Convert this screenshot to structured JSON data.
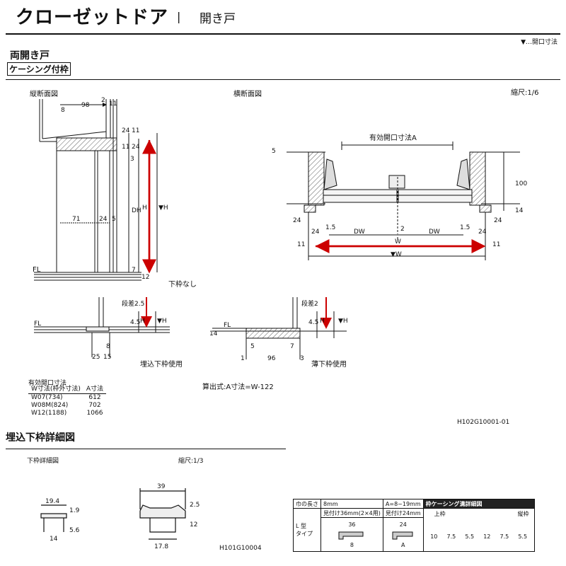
{
  "header": {
    "title": "クローゼットドア",
    "separator": "|",
    "subtitle": "開き戸",
    "legend": "▼…開口寸法"
  },
  "section": {
    "type_label": "両開き戸",
    "frame_label": "ケーシング付枠"
  },
  "views": {
    "vertical_label": "縦断面図",
    "horizontal_label": "横断面図",
    "scale_main": "縮尺:1/6",
    "no_sill": "下枠なし",
    "embedded_sill": "埋込下枠使用",
    "thin_sill": "薄下枠使用",
    "fl": "FL"
  },
  "dims_vertical": {
    "d98": "98",
    "d2": "2",
    "d11": "11",
    "d8": "8",
    "d24a": "24",
    "d11b": "11",
    "d24b": "24",
    "d11c": "11",
    "d3": "3",
    "d71": "71",
    "d24c": "24",
    "d5": "5",
    "dh": "DH",
    "h": "H",
    "vh": "▼H",
    "d7": "7",
    "d12": "12"
  },
  "dims_horizontal": {
    "opening_a": "有効開口寸法A",
    "d5": "5",
    "d100": "100",
    "d14": "14",
    "d24l": "24",
    "d24r": "24",
    "d24l2": "24",
    "d24r2": "24",
    "d15l": "1.5",
    "d15r": "1.5",
    "dwl": "DW",
    "dwr": "DW",
    "d2": "2",
    "d11l": "11",
    "d11r": "11",
    "w": "W",
    "vw": "▼W"
  },
  "dims_sill1": {
    "step": "段差2.5",
    "d45": "4.5",
    "h": "H",
    "vh": "▼H",
    "d8": "8",
    "d25": "25",
    "d15": "15"
  },
  "dims_sill2": {
    "step": "段差2",
    "d45": "4.5",
    "h": "H",
    "vh": "▼H",
    "d14": "14",
    "d5": "5",
    "d7": "7",
    "d1": "1",
    "d96": "96",
    "d3": "3"
  },
  "spec_table": {
    "title": "有効開口寸法",
    "col1": "W寸法(枠外寸法)",
    "col2": "A寸法",
    "rows": [
      {
        "w": "W07(734)",
        "a": "612"
      },
      {
        "w": "W08M(824)",
        "a": "702"
      },
      {
        "w": "W12(1188)",
        "a": "1066"
      }
    ]
  },
  "formula": "算出式:A寸法=W-122",
  "code1": "H102G10001-01",
  "detail": {
    "title": "埋込下枠詳細図",
    "sub": "下枠詳細図",
    "scale": "縮尺:1/3",
    "d194": "19.4",
    "d19": "1.9",
    "d56": "5.6",
    "d14": "14",
    "d39": "39",
    "d25": "2.5",
    "d12": "12",
    "d178": "17.8",
    "code": "H101G10004"
  },
  "bottom_table": {
    "h_len": "巾の長さ",
    "h_8": "8mm",
    "h_a": "A=8~19mm",
    "h_dark": "枠ケーシング溝詳細図",
    "r_36": "見付け36mm(2×4用)",
    "r_24": "見付け24mm",
    "l_type": "L 型",
    "l_type2": "タイプ",
    "d36": "36",
    "d24": "24",
    "d8": "8",
    "da": "A",
    "upper": "上枠",
    "vertical": "縦枠",
    "d55a": "5.5",
    "d75a": "7.5",
    "d10": "10",
    "d12": "12",
    "d75b": "7.5",
    "d55b": "5.5"
  }
}
